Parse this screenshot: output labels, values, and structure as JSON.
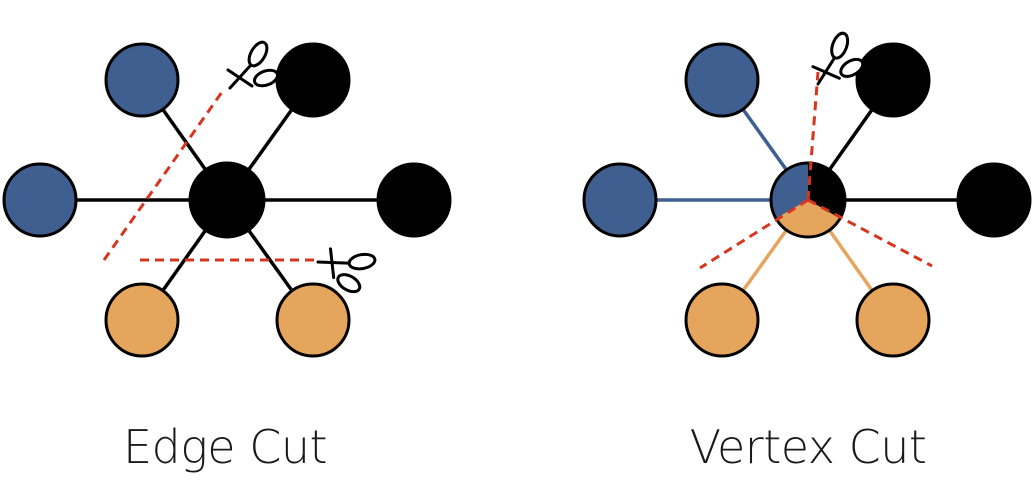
{
  "colors": {
    "blue": "#3f5f90",
    "black": "#000000",
    "orange": "#e6a55c",
    "cut": "#d6351f"
  },
  "panels": [
    {
      "caption": "Edge Cut",
      "center_color": "black",
      "nodes": [
        "blue",
        "black",
        "blue",
        "black",
        "orange",
        "orange"
      ],
      "icons": [
        "scissors-icon",
        "scissors-icon"
      ]
    },
    {
      "caption": "Vertex Cut",
      "center_color": "split-blue-black-orange",
      "nodes": [
        "blue",
        "black",
        "blue",
        "black",
        "orange",
        "orange"
      ],
      "icons": [
        "scissors-icon"
      ]
    }
  ]
}
